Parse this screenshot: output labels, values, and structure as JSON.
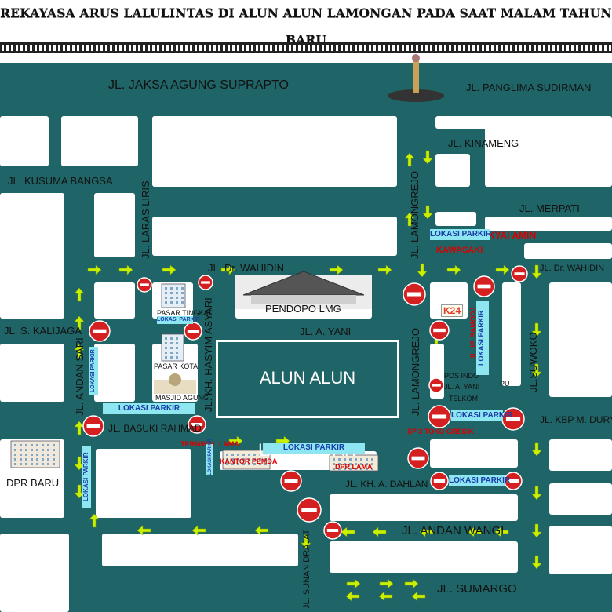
{
  "title": "REKAYASA ARUS LALULINTAS DI ALUN ALUN LAMONGAN PADA SAAT MALAM TAHUN BARU",
  "colors": {
    "road": "#1f6467",
    "block": "#ffffff",
    "arrow": "#c8f000",
    "noentry": "#d42020",
    "parking_bg": "#8de6f0",
    "parking_text": "#1a3da8"
  },
  "streets": {
    "jaksa_agung": "JL. JAKSA AGUNG SUPRAPTO",
    "panglima": "JL. PANGLIMA SUDIRMAN",
    "kinameng": "JL. KINAMENG",
    "kusuma_bangsa": "JL. KUSUMA BANGSA",
    "laras_liris": "JL. LARAS LIRIS",
    "lamongrejo_top": "JL. LAMONGREJO",
    "merpati": "JL. MERPATI",
    "wahidin": "JL. Dr. WAHIDIN",
    "wahidin_right": "JL. Dr. WAHIDIN",
    "kh_hasyim": "JL. KH. HASYIM ASYARI",
    "s_kalijaga": "JL. S. KALIJAGA",
    "a_yani": "JL. A. YANI",
    "andan_sari": "JL. ANDAN SARI",
    "lamongrejo_mid": "JL. LAMONGREJO",
    "suwoko": "JL.SUWOKO",
    "basuki": "JL. BASUKI RAHMAD",
    "kbp_duryat": "JL. KBP M. DURYAT",
    "kh_dahlan": "JL. KH. A. DAHLAN",
    "andan_wangi": "JL. ANDAN WANGI",
    "sunan_drajat": "JL. SUNAN DRAJAT",
    "sumargo": "JL. SUMARGO"
  },
  "places": {
    "alun_alun": "ALUN ALUN LAMONGAN",
    "pendopo": "PENDOPO LMG",
    "pasar_tingkat": "PASAR TINGKAT",
    "pasar_kota": "PASAR KOTA",
    "masjid": "MASJID AGUNG",
    "dpr_baru": "DPR BARU",
    "terminal_lama": "TERMINAL LAMA",
    "kantor_pemda": "KANTOR PEMDA",
    "dpr_lama": "DPR LAMA",
    "kyai_amin": "KYAI AMIN",
    "kawasaki": "KAWASAKI",
    "k24": "K24",
    "pos_indo": "POS INDO",
    "a_yani_small": "JL. A. YANI",
    "telkom": "TELKOM",
    "pu": "PU",
    "sp_toko": "SP 3 TOKO GRESIK",
    "ip_samodj": "JL. IP. SAMODJ"
  },
  "parking_label": "LOKASI PARKIR"
}
